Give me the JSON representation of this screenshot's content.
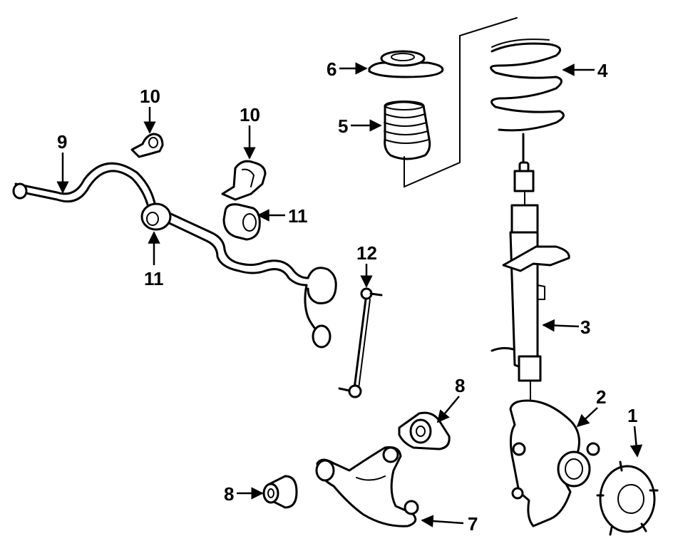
{
  "callouts": {
    "c1": "1",
    "c2": "2",
    "c3": "3",
    "c4": "4",
    "c5": "5",
    "c6": "6",
    "c7": "7",
    "c8a": "8",
    "c8b": "8",
    "c9": "9",
    "c10a": "10",
    "c10b": "10",
    "c11a": "11",
    "c11b": "11",
    "c12": "12"
  }
}
